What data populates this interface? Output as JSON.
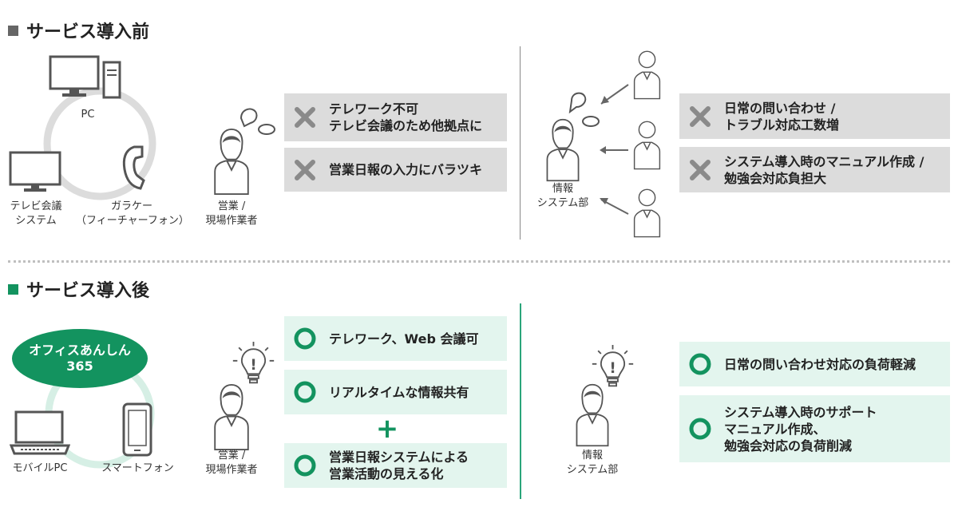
{
  "before": {
    "heading": "サービス導入前",
    "pc_label": "PC",
    "tv_label": "テレビ会議\nシステム",
    "phone_label": "ガラケー\n（フィーチャーフォン）",
    "worker_label": "営業 /\n現場作業者",
    "sys_label": "情報\nシステム部",
    "boxes_left": [
      "テレワーク不可\nテレビ会議のため他拠点に",
      "営業日報の入力にバラツキ"
    ],
    "boxes_right": [
      "日常の問い合わせ /\nトラブル対応工数増",
      "システム導入時のマニュアル作成 /\n勉強会対応負担大"
    ]
  },
  "after": {
    "heading": "サービス導入後",
    "service_name_line1": "オフィスあんしん",
    "service_name_line2": "365",
    "mobile_pc_label": "モバイルPC",
    "smartphone_label": "スマートフォン",
    "worker_label": "営業 /\n現場作業者",
    "sys_label": "情報\nシステム部",
    "boxes_left": [
      "テレワーク、Web 会議可",
      "リアルタイムな情報共有",
      "営業日報システムによる\n営業活動の見える化"
    ],
    "plus": "+",
    "boxes_right": [
      "日常の問い合わせ対応の負荷軽減",
      "システム導入時のサポート\nマニュアル作成、\n勉強会対応の負荷削減"
    ]
  },
  "colors": {
    "accent_green": "#13935f",
    "before_square": "#666666",
    "after_square": "#13935f",
    "box_gray": "#dcdcdc",
    "box_green": "#e3f5ee",
    "x_mark": "#8a8a8a"
  }
}
